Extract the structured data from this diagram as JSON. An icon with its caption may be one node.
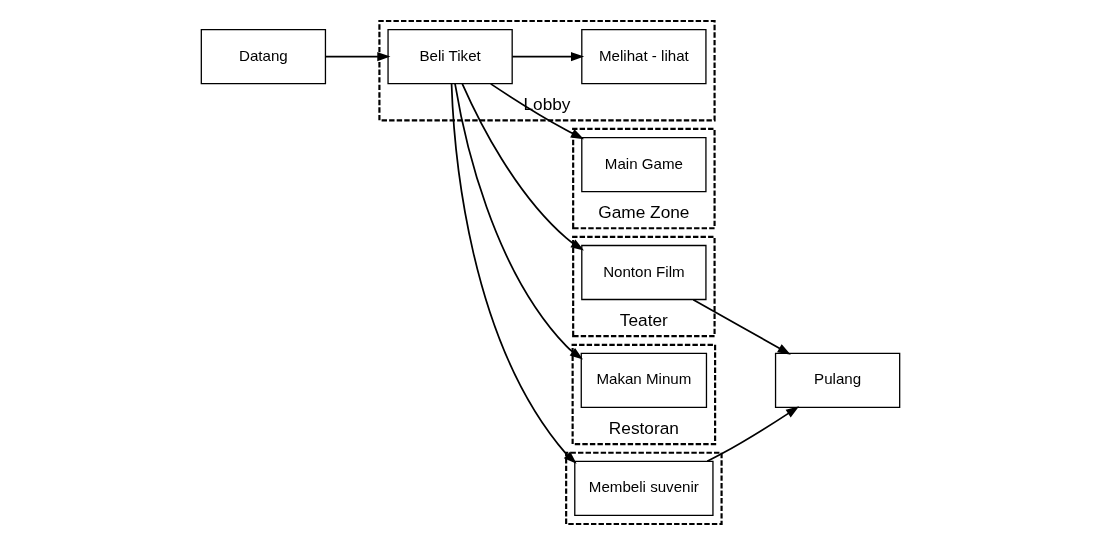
{
  "diagram": {
    "nodes": [
      {
        "text": [
          "Lobby"
        ]
      },
      {
        "text": [
          "Melihat - lihat"
        ],
        "in": 0
      },
      {
        "text": [
          "Game Zone"
        ]
      },
      {
        "text": [
          "Main Game"
        ],
        "in": 2
      },
      {
        "text": [
          "Datang"
        ]
      },
      {
        "text": [
          "Beli Tiket"
        ],
        "in": 0
      },
      {
        "text": [
          "Teater"
        ]
      },
      {
        "text": [
          "Nonton Film"
        ],
        "in": 6
      },
      {
        "text": [
          "Pulang"
        ]
      },
      {
        "text": [
          "Restoran"
        ]
      },
      {
        "text": [
          "Makan Minum"
        ],
        "in": 9
      },
      {
        "text": [],
        "shape": "box"
      },
      {
        "text": [
          "Membeli suvenir"
        ],
        "in": 11
      }
    ],
    "edges": [
      {
        "from": 4,
        "to": 5,
        "arrow": "to"
      },
      {
        "from": 5,
        "to": 1,
        "arrow": "to"
      },
      {
        "from": 5,
        "to": 3,
        "arrow": "to"
      },
      {
        "from": 5,
        "to": 7,
        "arrow": "to"
      },
      {
        "from": 5,
        "to": 10,
        "arrow": "to"
      },
      {
        "from": 5,
        "to": 12,
        "arrow": "to"
      },
      {
        "from": 7,
        "to": 8,
        "arrow": "to"
      },
      {
        "from": 12,
        "to": 8,
        "arrow": "to"
      }
    ]
  }
}
